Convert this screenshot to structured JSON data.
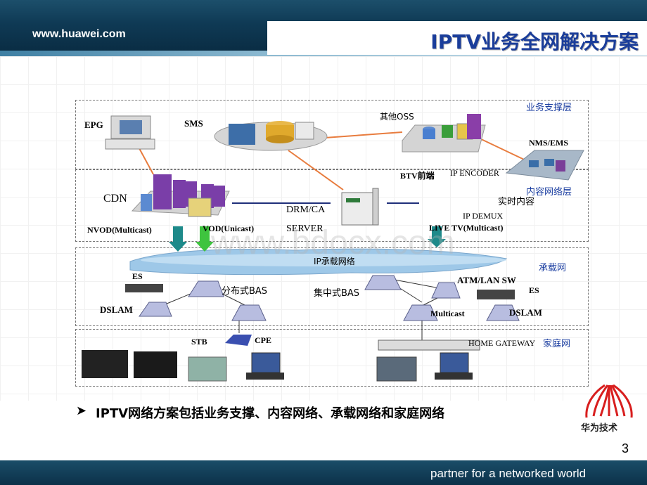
{
  "header": {
    "site": "www.huawei.com",
    "title": "IPTV业务全网解决方案"
  },
  "layers": {
    "service": "业务支撑层",
    "content": "内容网络层",
    "bearer": "承载网",
    "home": "家庭网"
  },
  "labels": {
    "epg": "EPG",
    "sms": "SMS",
    "other_oss": "其他OSS",
    "nms_ems": "NMS/EMS",
    "btv": "BTV前端",
    "ip_encoder": "IP ENCODER",
    "realtime": "实时内容",
    "ip_demux": "IP DEMUX",
    "cdn": "CDN",
    "drm": "DRM/CA",
    "server": "SERVER",
    "nvod": "NVOD(Multicast)",
    "vod": "VOD(Unicast)",
    "livetv": "LIVE TV(Multicast)",
    "ip_network": "IP承载网络",
    "es_left": "ES",
    "dist_bas": "分布式BAS",
    "central_bas": "集中式BAS",
    "atm_lan": "ATM/LAN SW",
    "es_right": "ES",
    "dslam_left": "DSLAM",
    "multicast": "Multicast",
    "dslam_right": "DSLAM",
    "stb": "STB",
    "cpe": "CPE",
    "home_gateway": "HOME GATEWAY"
  },
  "watermark": "www.bdocx.com",
  "bullet": "IPTV网络方案包括业务支撑、内容网络、承载网络和家庭网络",
  "logo": "华为技术",
  "page_number": "3",
  "footer": "partner for a networked world",
  "colors": {
    "link_orange": "#e87c3e",
    "link_navy": "#1f2f7a",
    "arrow_teal": "#1e8a8a",
    "arrow_green": "#3ec43e",
    "label_blue": "#1a3da0"
  }
}
